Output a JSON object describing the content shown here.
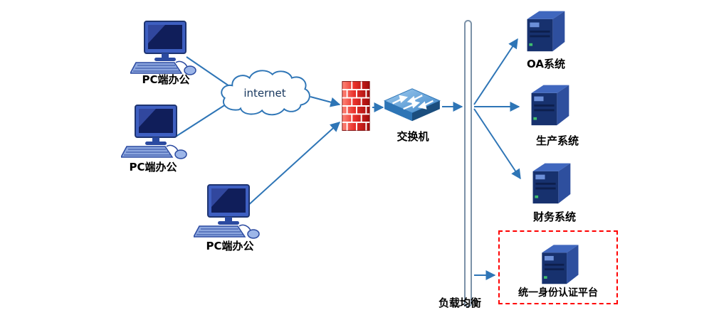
{
  "colors": {
    "connector": "#2E75B6",
    "firewall_red": "#E8302A",
    "highlight_border": "#FF0000",
    "node_blue": "#2E4F9E",
    "label_text": "#000000",
    "internet_text": "#17375E"
  },
  "nodes": {
    "clients": [
      {
        "id": "pc-1",
        "label": "PC端办公",
        "icon": "desktop-pc-icon"
      },
      {
        "id": "pc-2",
        "label": "PC端办公",
        "icon": "desktop-pc-icon"
      },
      {
        "id": "pc-3",
        "label": "PC端办公",
        "icon": "desktop-pc-icon"
      }
    ],
    "internet": {
      "label": "internet",
      "icon": "cloud-icon"
    },
    "firewall": {
      "icon": "firewall-brick-wall-icon"
    },
    "switch": {
      "label": "交换机",
      "icon": "network-switch-icon"
    },
    "load_balancer": {
      "label": "负载均衡",
      "icon": "load-balancer-bar"
    },
    "servers": [
      {
        "id": "server-oa",
        "label": "OA系统",
        "icon": "server-tower-icon"
      },
      {
        "id": "server-prod",
        "label": "生产系统",
        "icon": "server-tower-icon"
      },
      {
        "id": "server-finance",
        "label": "财务系统",
        "icon": "server-tower-icon"
      }
    ],
    "identity_platform": {
      "label": "统一身份认证平台",
      "icon": "server-tower-icon",
      "highlighted": true
    }
  }
}
